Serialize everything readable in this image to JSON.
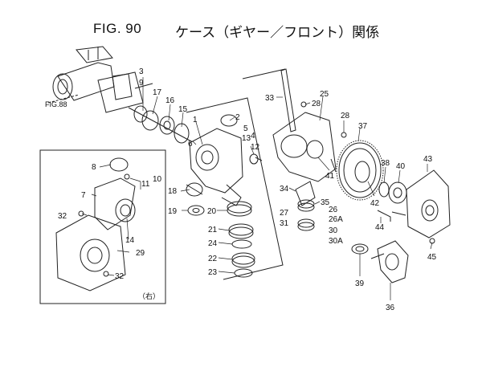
{
  "header": {
    "fig_label": "FIG. 90",
    "title": "ケース（ギヤー／フロント）関係"
  },
  "reference": {
    "fig_ref": "FIG.88"
  },
  "inset": {
    "side_note": "（右）"
  },
  "callouts": {
    "c1": "1",
    "c2": "2",
    "c3": "3",
    "c4": "4",
    "c5": "5",
    "c6": "6",
    "c7": "7",
    "c8": "8",
    "c9": "9",
    "c10": "10",
    "c11": "11",
    "c12": "12",
    "c13": "13",
    "c14": "14",
    "c15": "15",
    "c16": "16",
    "c17": "17",
    "c18": "18",
    "c19": "19",
    "c20": "20",
    "c21": "21",
    "c22": "22",
    "c23": "23",
    "c24": "24",
    "c25": "25",
    "c26": "26",
    "c26a": "26A",
    "c27": "27",
    "c28": "28",
    "c29": "29",
    "c30": "30",
    "c30a": "30A",
    "c31": "31",
    "c32a": "32",
    "c32b": "32",
    "c33": "33",
    "c34": "34",
    "c35": "35",
    "c36": "36",
    "c37": "37",
    "c38": "38",
    "c39": "39",
    "c40": "40",
    "c41": "41",
    "c42": "42",
    "c43": "43",
    "c44": "44",
    "c45": "45"
  }
}
